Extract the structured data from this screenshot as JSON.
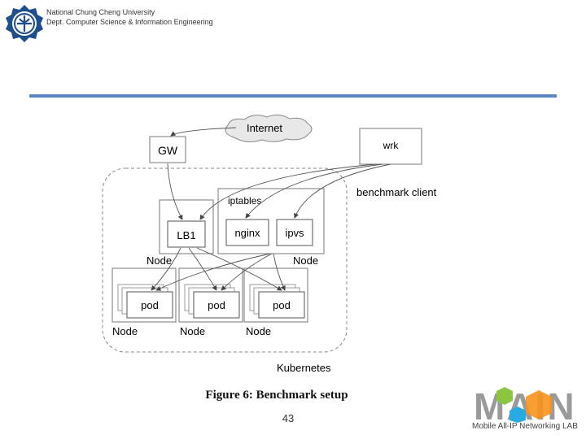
{
  "header": {
    "university": "National Chung Cheng University",
    "department": "Dept. Computer Science & Information Engineering"
  },
  "diagram": {
    "internet": "Internet",
    "gw": "GW",
    "wrk": "wrk",
    "benchmark_client": "benchmark client",
    "iptables": "iptables",
    "lb1": "LB1",
    "nginx": "nginx",
    "ipvs": "ipvs",
    "node": "Node",
    "pod": "pod",
    "kubernetes": "Kubernetes"
  },
  "caption": "Figure 6: Benchmark setup",
  "page_number": "43",
  "lab_logo": {
    "letters": "MAIN",
    "subtitle": "Mobile All-IP Networking LAB"
  },
  "colors": {
    "accent_rule": "#5b86c4",
    "logo_green": "#8cc63f",
    "logo_orange": "#f7941d",
    "logo_blue": "#29abe2"
  }
}
